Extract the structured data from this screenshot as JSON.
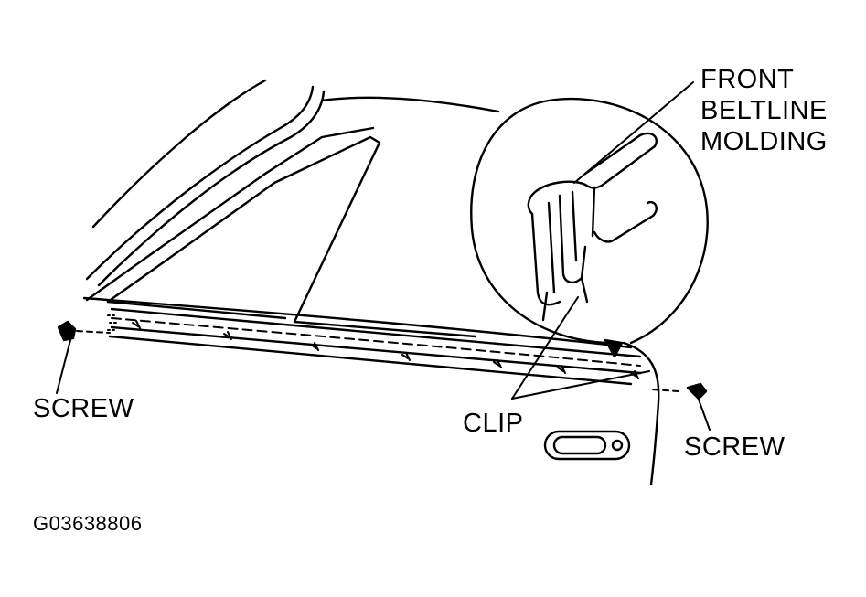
{
  "labels": {
    "molding": [
      "FRONT",
      "BELTLINE",
      "MOLDING"
    ],
    "screw_left": "SCREW",
    "clip": "CLIP",
    "screw_right": "SCREW",
    "figure_id": "G03638806"
  },
  "colors": {
    "ink": "#000000",
    "paper": "#ffffff"
  }
}
